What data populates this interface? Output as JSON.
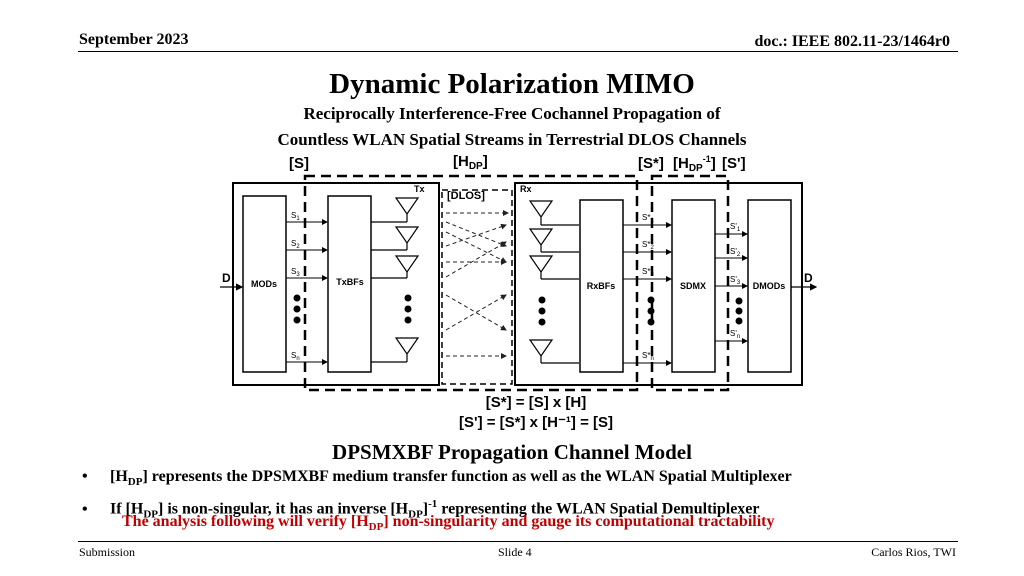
{
  "header": {
    "date": "September 2023",
    "doc": "doc.: IEEE 802.11-23/1464r0"
  },
  "title": "Dynamic Polarization MIMO",
  "subtitle": {
    "line1": "Reciprocally Interference-Free Cochannel Propagation of",
    "line2": "Countless WLAN Spatial Streams in Terrestrial DLOS Channels"
  },
  "diagram": {
    "top_labels": {
      "s": "[S]",
      "hdp": "[H",
      "hdp_sub": "DP",
      "hdp_close": "]",
      "sstar": "[S*]",
      "hdpinv": "[H",
      "hdpinv_sub": "DP",
      "hdpinv_sup": "-1",
      "hdpinv_close": "]",
      "sprime": "[S']"
    },
    "tx": "Tx",
    "rx": "Rx",
    "dlos": "[DLOS]",
    "blocks": {
      "mods": "MODs",
      "txbfs": "TxBFs",
      "rxbfs": "RxBFs",
      "sdmx": "SDMX",
      "dmods": "DMODs"
    },
    "io": {
      "in": "D",
      "out": "D"
    },
    "s_labels": [
      "S",
      "S",
      "S",
      "S"
    ],
    "s_subs": [
      "1",
      "2",
      "3",
      "n"
    ],
    "sstar_labels": [
      "S*",
      "S*",
      "S*",
      "S*"
    ],
    "sprime_labels": [
      "S'",
      "S'",
      "S'",
      "S'"
    ],
    "eq1": "[S*] = [S] x [H]",
    "eq2": "[S'] = [S*] x [H⁻¹] = [S]"
  },
  "section_title": "DPSMXBF Propagation Channel Model",
  "bullets": {
    "b1_pre": "[H",
    "b1_sub": "DP",
    "b1_post": "] represents the DPSMXBF medium transfer function as well as the WLAN Spatial Multiplexer",
    "b2_pre": "If [H",
    "b2_sub": "DP",
    "b2_mid": "] is non-singular, it has an inverse [H",
    "b2_sub2": "DP",
    "b2_mid2": "]",
    "b2_sup": "-1",
    "b2_post": " representing the WLAN Spatial Demultiplexer",
    "marker": "•"
  },
  "note": {
    "pre": "The analysis following will verify [H",
    "sub": "DP",
    "post": "] non-singularity and gauge its computational tractability"
  },
  "footer": {
    "left": "Submission",
    "center": "Slide 4",
    "right": "Carlos Rios, TWI"
  }
}
